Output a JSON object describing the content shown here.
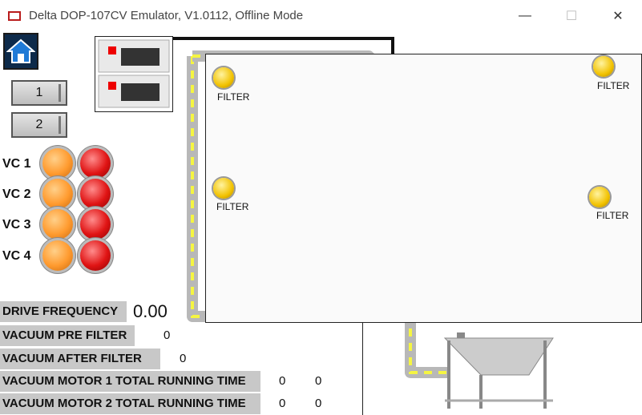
{
  "window": {
    "title": "Delta DOP-107CV Emulator, V1.0112, Offline Mode",
    "minimize": "—",
    "maximize": "☐",
    "close": "✕"
  },
  "nav": {
    "btn1": "1",
    "btn2": "2"
  },
  "vc": [
    {
      "label": "VC 1"
    },
    {
      "label": "VC 2"
    },
    {
      "label": "VC 3"
    },
    {
      "label": "VC 4"
    }
  ],
  "filters": {
    "top_left": "FILTER",
    "top_right": "FILTER",
    "mid_left": "FILTER",
    "mid_right": "FILTER"
  },
  "info": {
    "drive_frequency_label": "DRIVE FREQUENCY",
    "drive_frequency_value": "0.00",
    "vacuum_pre_label": "VACUUM PRE FILTER",
    "vacuum_pre_value": "0",
    "vacuum_after_label": "VACUUM AFTER FILTER",
    "vacuum_after_value": "0",
    "motor1_label": "VACUUM MOTOR 1 TOTAL RUNNING TIME",
    "motor1_value_a": "0",
    "motor1_value_b": "0",
    "motor2_label": "VACUUM MOTOR 2 TOTAL RUNNING TIME",
    "motor2_value_a": "0",
    "motor2_value_b": "0"
  },
  "colors": {
    "home_bg": "#0d2a4a",
    "lamp_orange": "#ff9a2e",
    "lamp_red": "#e01414",
    "filter_lamp": "#f2c200",
    "pipe_active": "#f5f542",
    "pipe": "#c8c8c8"
  }
}
